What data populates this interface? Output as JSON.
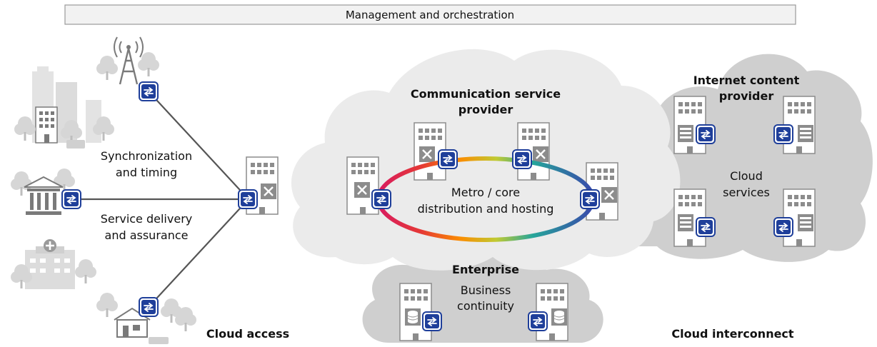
{
  "top_bar": {
    "label": "Management and orchestration"
  },
  "regions": {
    "csp_title_line1": "Communication service",
    "csp_title_line2": "provider",
    "metro_line1": "Metro / core",
    "metro_line2": "distribution and hosting",
    "icp_title_line1": "Internet content",
    "icp_title_line2": "provider",
    "cloud_services_line1": "Cloud",
    "cloud_services_line2": "services",
    "enterprise_title": "Enterprise",
    "business_line1": "Business",
    "business_line2": "continuity"
  },
  "access_labels": {
    "sync_line1": "Synchronization",
    "sync_line2": "and timing",
    "service_line1": "Service delivery",
    "service_line2": "and assurance"
  },
  "footer": {
    "cloud_access": "Cloud access",
    "cloud_interconnect": "Cloud interconnect"
  },
  "icons": {
    "router": "router-icon",
    "building": "building-icon",
    "switch": "switch-icon",
    "server": "server-icon",
    "database": "database-icon",
    "tower": "cell-tower-icon",
    "bank": "bank-icon",
    "hospital": "hospital-icon",
    "house": "house-icon",
    "city": "city-icon"
  },
  "colors": {
    "router_blue": "#1f3f9a",
    "cloud_light": "#e9e9e9",
    "cloud_dark": "#c9c9c9",
    "building_gray": "#8c8c8c",
    "line_gray": "#555555"
  }
}
